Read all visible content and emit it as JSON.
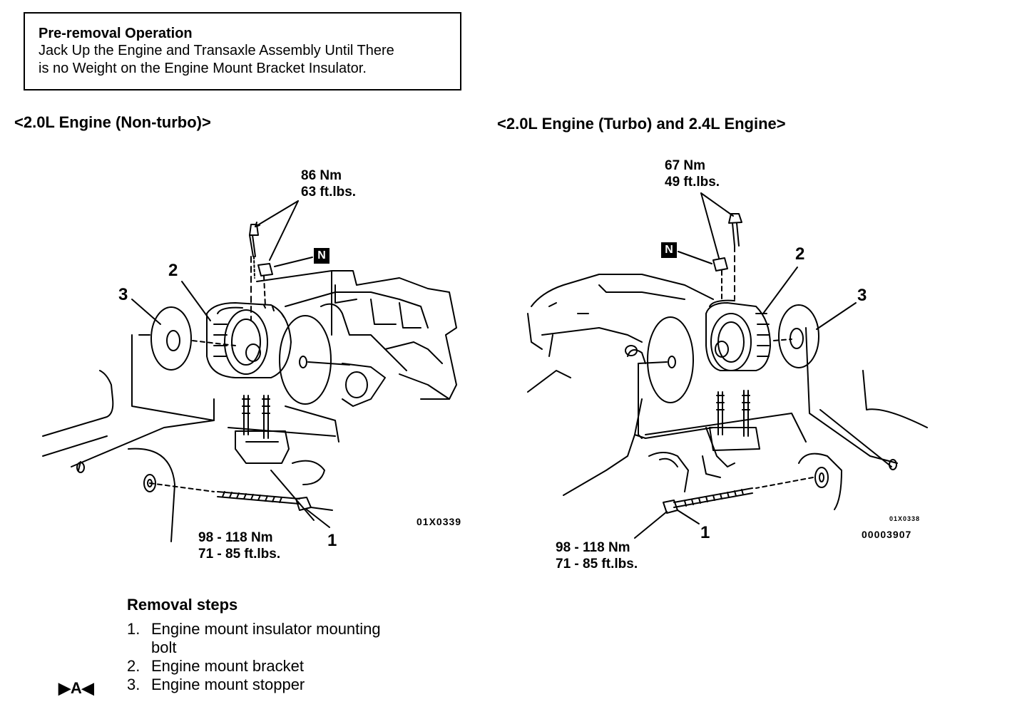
{
  "pre_removal": {
    "title": "Pre-removal Operation",
    "line1": "Jack Up the Engine and Transaxle Assembly Until There",
    "line2": "is no Weight on the Engine Mount Bracket Insulator."
  },
  "left_diagram": {
    "heading": "<2.0L Engine (Non-turbo)>",
    "torque_top_nm": "86 Nm",
    "torque_top_ftlbs": "63 ft.lbs.",
    "torque_bottom_nm": "98 - 118 Nm",
    "torque_bottom_ftlbs": "71 - 85 ft.lbs.",
    "callout_1": "1",
    "callout_2": "2",
    "callout_3": "3",
    "n_mark": "N",
    "fig_code": "01X0339"
  },
  "right_diagram": {
    "heading": "<2.0L Engine (Turbo) and 2.4L Engine>",
    "torque_top_nm": "67 Nm",
    "torque_top_ftlbs": "49 ft.lbs.",
    "torque_bottom_nm": "98 - 118 Nm",
    "torque_bottom_ftlbs": "71 - 85 ft.lbs.",
    "callout_1": "1",
    "callout_2": "2",
    "callout_3": "3",
    "n_mark": "N",
    "fig_code_small": "01X0338",
    "fig_code": "00003907"
  },
  "removal": {
    "title": "Removal steps",
    "steps": [
      {
        "num": "1.",
        "text": "Engine mount insulator mounting",
        "cont": "bolt"
      },
      {
        "num": "2.",
        "text": "Engine mount bracket"
      },
      {
        "num": "3.",
        "text": "Engine mount stopper"
      }
    ],
    "marker": "▶A◀"
  }
}
